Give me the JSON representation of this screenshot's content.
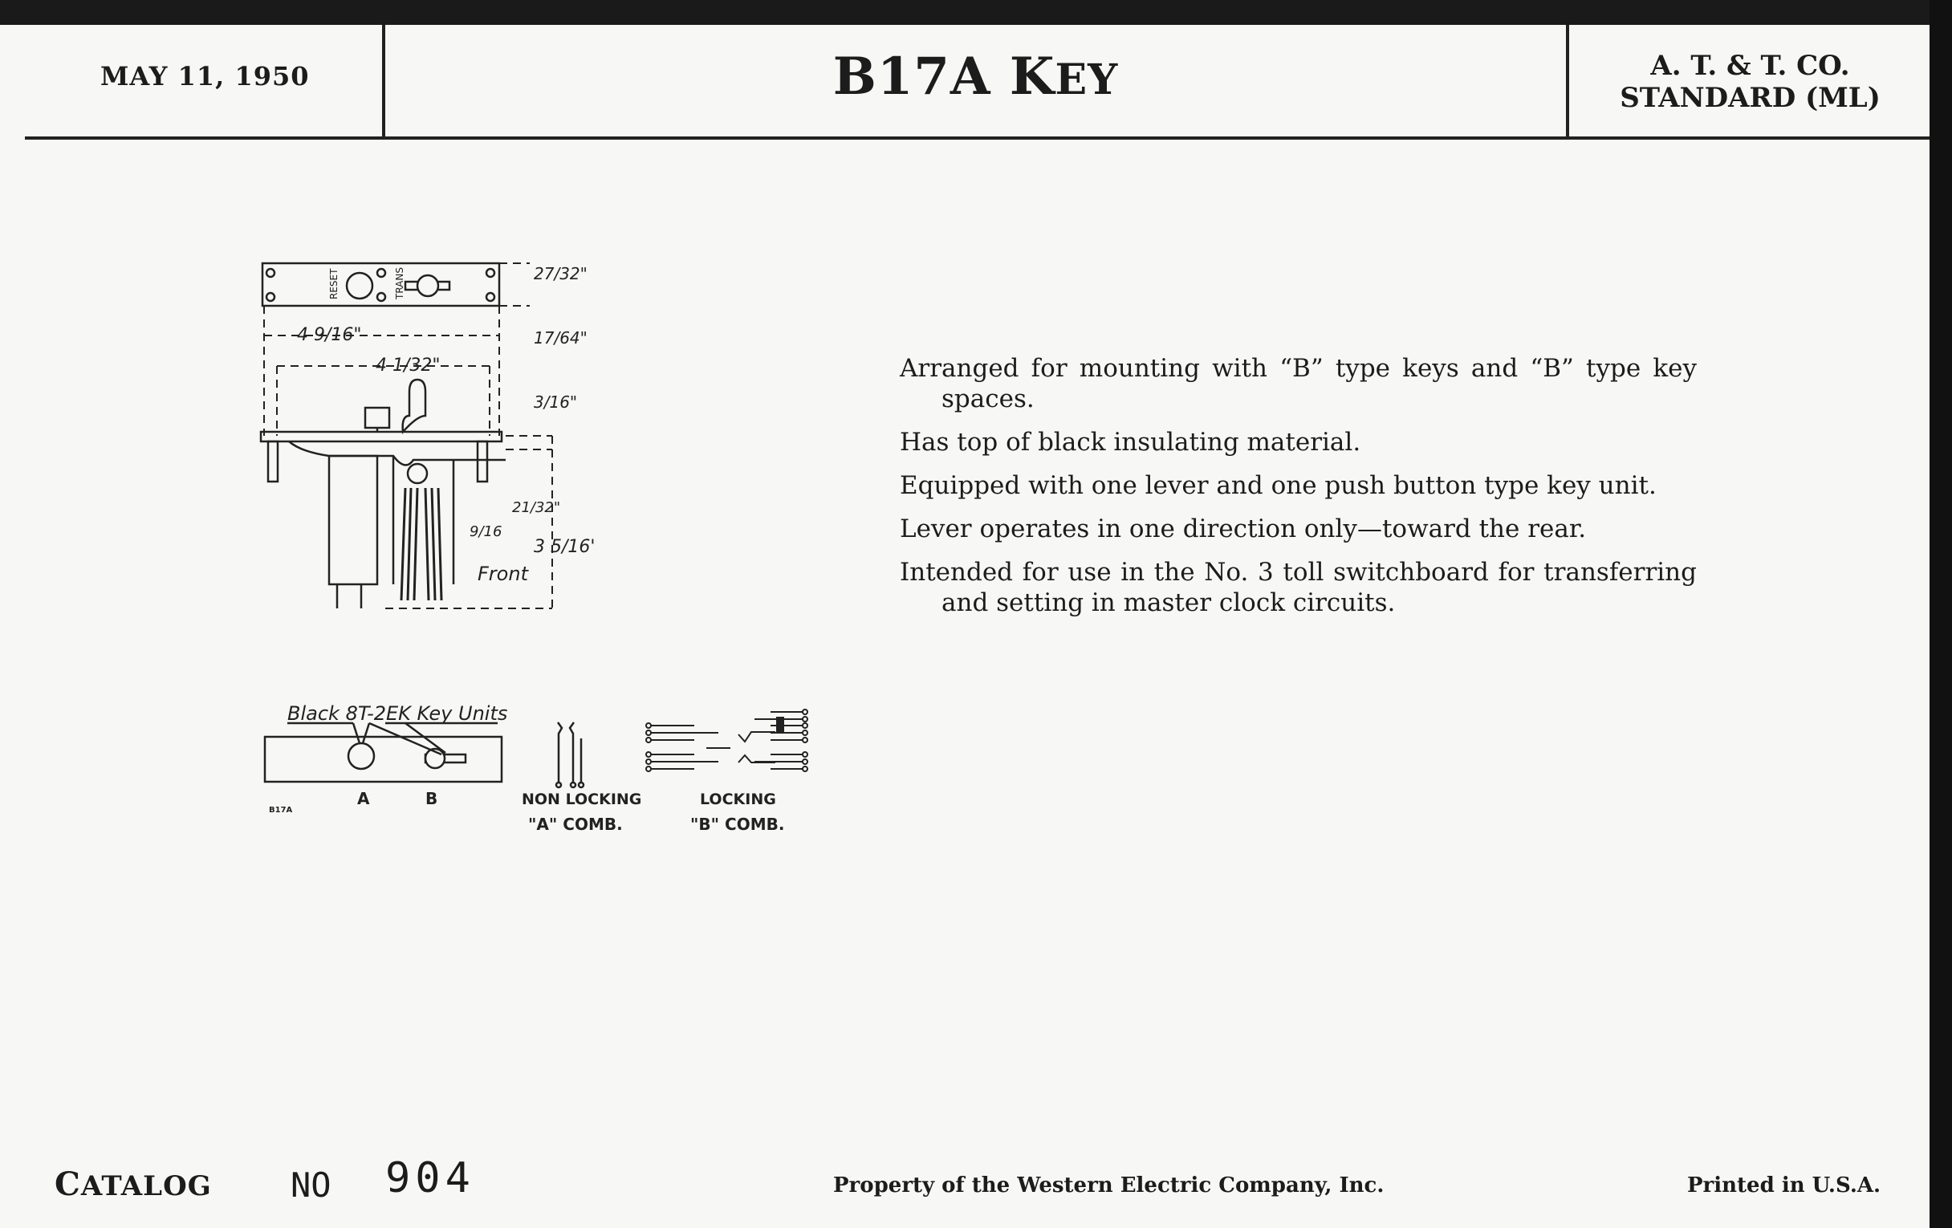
{
  "header": {
    "date": "MAY 11, 1950",
    "title_prefix": "B17A K",
    "title_rest": "EY",
    "standard_line1": "A. T. & T. CO.",
    "standard_line2": "STANDARD (ML)"
  },
  "description": [
    "Arranged for mounting with “B” type keys and “B” type key spaces.",
    "Has top of black insulating material.",
    "Equipped with one lever and one push button type key unit.",
    "Lever operates in one direction only—toward the rear.",
    "Intended for use in the No. 3 toll switchboard for transferring and setting in master clock circuits."
  ],
  "drawing": {
    "label_reset": "RESET",
    "label_trans": "TRANS",
    "dim_height": "27/32\"",
    "dim_width_outer": "4 9/16\"",
    "dim_width_inner": "4 1/32\"",
    "dim_17_64": "17/64\"",
    "dim_3_16": "3/16\"",
    "dim_21_32": "21/32\"",
    "dim_9_16": "9/16",
    "dim_depth": "3 5/16\"",
    "label_front": "Front"
  },
  "schematic": {
    "caption": "Black 8T-2EK Key Units",
    "label_a": "A",
    "label_b": "B",
    "code": "B17A",
    "nonlocking_1": "NON LOCKING",
    "nonlocking_2": "\"A\" COMB.",
    "locking_1": "LOCKING",
    "locking_2": "\"B\" COMB."
  },
  "footer": {
    "catalog_prefix": "C",
    "catalog_rest": "ATALOG",
    "no": "NO",
    "number": "904",
    "property": "Property of the Western Electric Company, Inc.",
    "printed": "Printed in U.S.A."
  }
}
